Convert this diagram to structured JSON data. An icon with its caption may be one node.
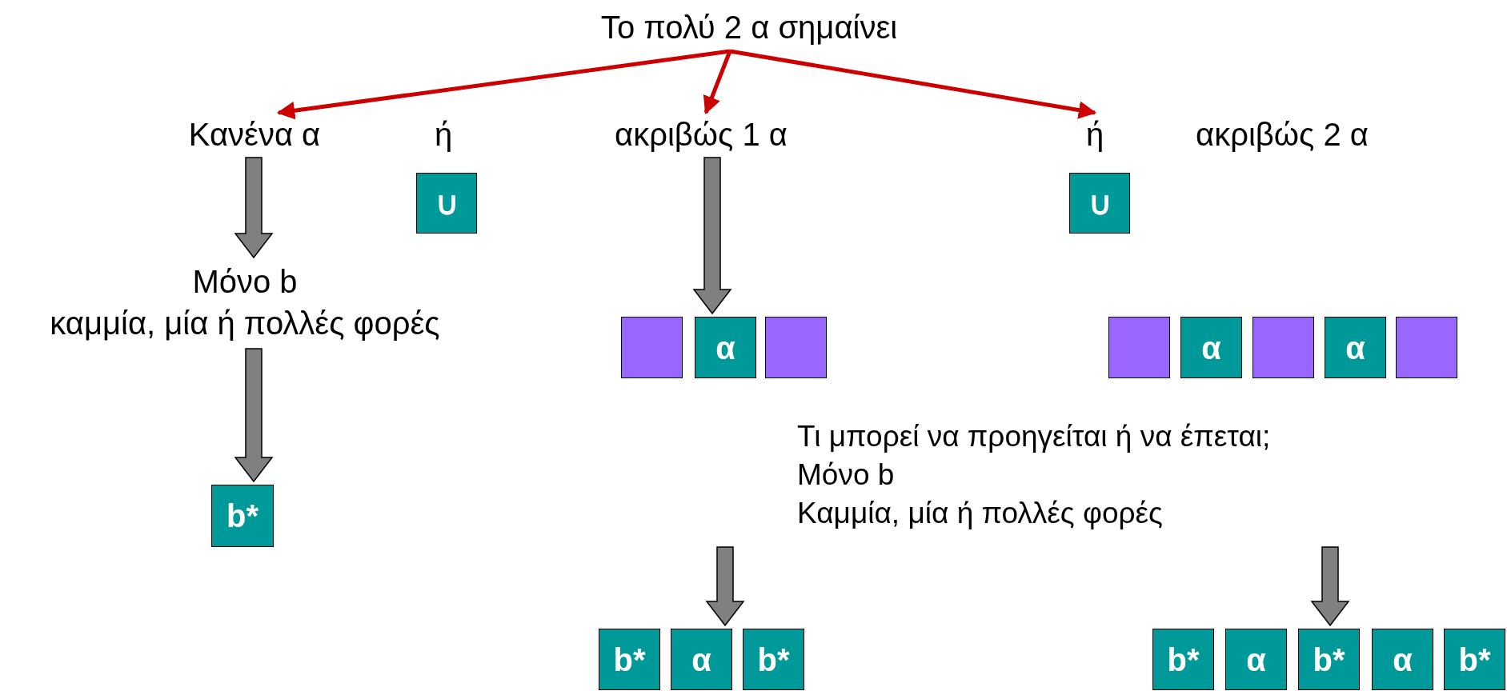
{
  "diagram": {
    "nodes": [
      {
        "text": [
          "Το πολύ 2 α σημαίνει"
        ]
      },
      {
        "text": [
          "Κανένα α"
        ]
      },
      {
        "text": [
          "ή"
        ]
      },
      {
        "text": [
          "ακριβώς 1 α"
        ]
      },
      {
        "text": [
          "ή"
        ]
      },
      {
        "text": [
          "ακριβώς 2 α"
        ]
      },
      {
        "text": [
          "∪"
        ]
      },
      {
        "text": [
          "∪"
        ]
      },
      {
        "text": [
          "Μόνο b",
          "καμμία, μία ή πολλές φορές"
        ]
      },
      {
        "text": [],
        "shape": "box"
      },
      {
        "text": [
          "α"
        ]
      },
      {
        "text": [],
        "shape": "box"
      },
      {
        "text": [],
        "shape": "box"
      },
      {
        "text": [
          "α"
        ]
      },
      {
        "text": [],
        "shape": "box"
      },
      {
        "text": [
          "α"
        ]
      },
      {
        "text": [],
        "shape": "box"
      },
      {
        "text": [
          "b*"
        ]
      },
      {
        "text": [
          "b*"
        ]
      },
      {
        "text": [
          "α"
        ]
      },
      {
        "text": [
          "b*"
        ]
      },
      {
        "text": [
          "b*"
        ]
      },
      {
        "text": [
          "α"
        ]
      },
      {
        "text": [
          "b*"
        ]
      },
      {
        "text": [
          "α"
        ]
      },
      {
        "text": [
          "b*"
        ]
      }
    ],
    "edges": [
      {
        "from": 0,
        "to": 1,
        "arrow": "to",
        "color": "#cc0000"
      },
      {
        "from": 0,
        "to": 3,
        "arrow": "to",
        "color": "#cc0000"
      },
      {
        "from": 0,
        "to": 4,
        "arrow": "to",
        "color": "#cc0000"
      },
      {
        "from": 1,
        "to": 8,
        "arrow": "to",
        "style": "thick"
      },
      {
        "from": 8,
        "to": 17,
        "arrow": "to",
        "style": "thick"
      },
      {
        "from": 3,
        "to": 10,
        "arrow": "to",
        "style": "thick"
      },
      {
        "from": null,
        "to": 19,
        "arrow": "to",
        "style": "thick"
      },
      {
        "from": null,
        "to": 24,
        "arrow": "to",
        "style": "thick"
      }
    ],
    "labels": [
      "Τι μπορεί να προηγείται ή να έπεται;",
      "Μόνο b",
      "Καμμία, μία ή πολλές φορές"
    ]
  }
}
